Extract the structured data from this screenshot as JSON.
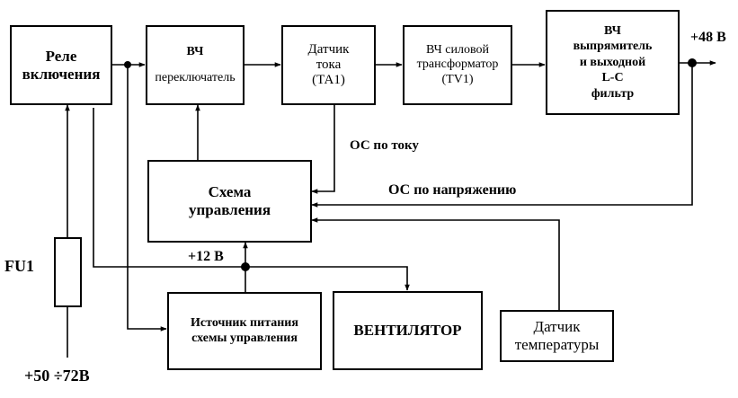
{
  "blocks": {
    "relay": [
      "Реле",
      "включения"
    ],
    "hf_switch": [
      "ВЧ",
      "переключатель"
    ],
    "current_sensor": [
      "Датчик",
      "тока",
      "(ТА1)"
    ],
    "power_transformer": [
      "ВЧ силовой",
      "трансформатор",
      "(TV1)"
    ],
    "rectifier_filter": [
      "ВЧ",
      "выпрямитель",
      "и выходной",
      "L-C",
      "фильтр"
    ],
    "control_circuit": [
      "Схема",
      "управления"
    ],
    "control_power_supply": [
      "Источник питания",
      "схемы управления"
    ],
    "fan": [
      "ВЕНТИЛЯТОР"
    ],
    "temp_sensor": [
      "Датчик",
      "температуры"
    ],
    "fuse": ""
  },
  "labels": {
    "output_voltage": "+48 В",
    "current_feedback": "ОС по току",
    "voltage_feedback": "ОС по напряжению",
    "supply_12v": "+12 В",
    "fuse_name": "FU1",
    "input_voltage": "+50 ÷72В"
  }
}
